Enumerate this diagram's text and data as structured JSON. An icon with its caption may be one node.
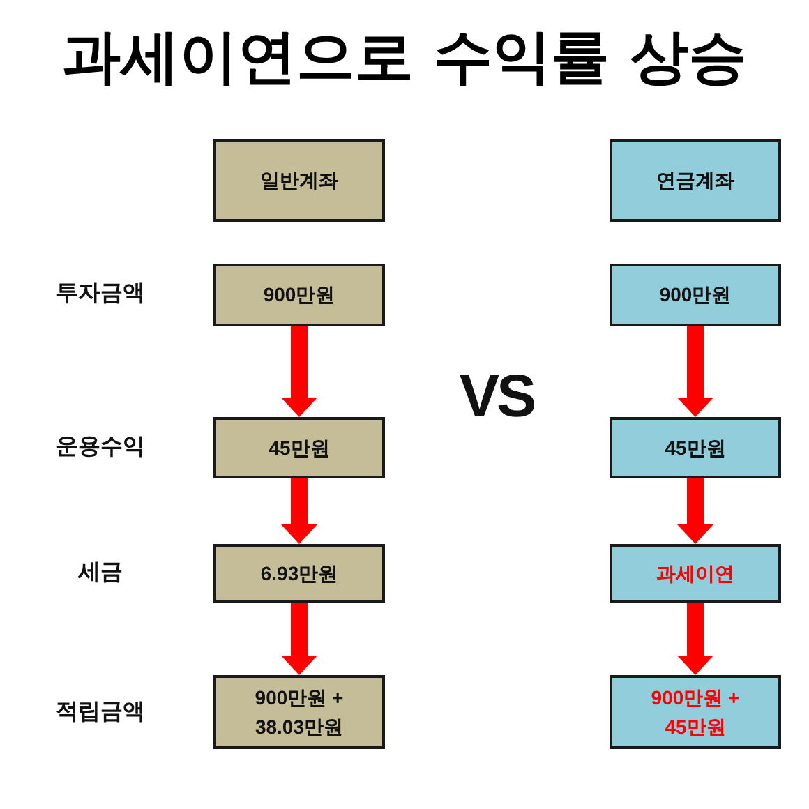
{
  "diagram": {
    "title": "과세이연으로 수익률 상승",
    "nodes": [
      {
        "text": [
          "일반계좌"
        ]
      },
      {
        "text": [
          "900만원"
        ]
      },
      {
        "text": [
          "45만원"
        ]
      },
      {
        "text": [
          "6.93만원"
        ]
      },
      {
        "text": [
          "900만원 + 38.03만원"
        ]
      },
      {
        "text": [
          "연금계좌"
        ]
      },
      {
        "text": [
          "900만원"
        ]
      },
      {
        "text": [
          "45만원"
        ]
      },
      {
        "text": [
          "과세이연"
        ]
      },
      {
        "text": [
          "900만원 + 45만원"
        ]
      }
    ],
    "edges": [
      {
        "from": 1,
        "to": 2,
        "arrow": "to"
      },
      {
        "from": 2,
        "to": 3,
        "arrow": "to"
      },
      {
        "from": 3,
        "to": 4,
        "arrow": "to"
      },
      {
        "from": 6,
        "to": 7,
        "arrow": "to"
      },
      {
        "from": 7,
        "to": 8,
        "arrow": "to"
      },
      {
        "from": 8,
        "to": 9,
        "arrow": "to"
      }
    ],
    "labels": [
      "투자금액",
      "VS",
      "운용수익",
      "세금",
      "적립금액"
    ]
  }
}
